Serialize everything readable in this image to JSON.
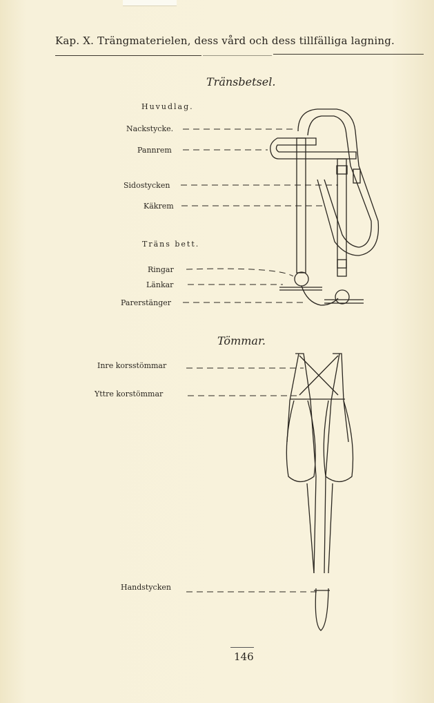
{
  "header": {
    "text": "Kap. X.  Trängmaterielen, dess vård och dess tillfälliga lagning."
  },
  "section1": {
    "title": "Tränsbetsel.",
    "group1": "Huvudlag.",
    "labels1": [
      "Nackstycke.",
      "Pannrem",
      "Sidostycken",
      "Käkrem"
    ],
    "group2": "Träns bett.",
    "labels2": [
      "Ringar",
      "Länkar",
      "Parerstänger"
    ]
  },
  "section2": {
    "title": "Tömmar.",
    "labels": [
      "Inre korsstömmar",
      "Yttre korstömmar",
      "Handstycken"
    ]
  },
  "page_number": "146"
}
